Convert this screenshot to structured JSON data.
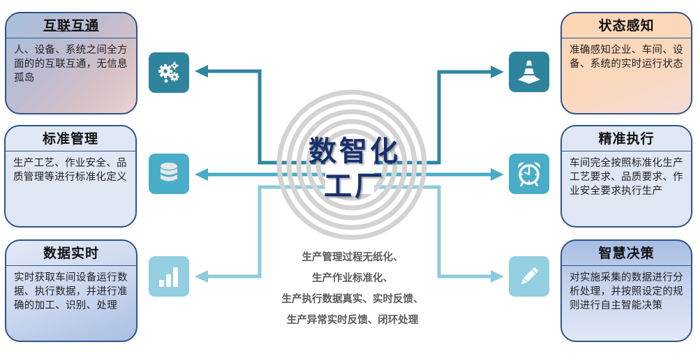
{
  "center": {
    "title_line1": "数智化",
    "title_line2": "工厂",
    "bullets": [
      "生产管理过程无纸化、",
      "生产作业标准化、",
      "生产执行数据真实、实时反馈、",
      "生产异常实时反馈、闭环处理"
    ]
  },
  "left_cards": [
    {
      "title": "互联互通",
      "body": "人、设备、系统之间全方面的的互联互通，无信息孤岛",
      "icon": "gears-icon"
    },
    {
      "title": "标准管理",
      "body": "生产工艺、作业安全、品质管理等进行标准化定义",
      "icon": "database-icon"
    },
    {
      "title": "数据实时",
      "body": "实时获取车间设备运行数据、执行数据，并进行准确的加工、识别、处理",
      "icon": "bar-chart-icon"
    }
  ],
  "right_cards": [
    {
      "title": "状态感知",
      "body": "准确感知企业、车间、设备、系统的实时运行状态",
      "icon": "traffic-cone-icon"
    },
    {
      "title": "精准执行",
      "body": "车间完全按照标准化生产工艺要求、品质要求、作业安全要求执行生产",
      "icon": "alarm-clock-icon"
    },
    {
      "title": "智慧决策",
      "body": "对实施采集的数据进行分析处理，并按照设定的规则进行自主智能决策",
      "icon": "pencil-icon"
    }
  ],
  "colors": {
    "card_border": "#2f5485",
    "arrow_dark": "#2e86a0",
    "arrow_mid": "#4aabc6",
    "arrow_light": "#8dcbdd",
    "ring": "#d3d3d3",
    "title_text": "#17306f",
    "bullet_text": "#5a5a5a"
  }
}
